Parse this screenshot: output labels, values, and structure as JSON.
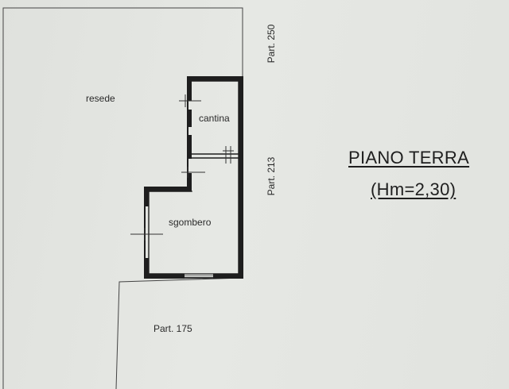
{
  "rooms": {
    "resede": "resede",
    "cantina": "cantina",
    "sgombero": "sgombero"
  },
  "parcels": {
    "top_right": "Part. 250",
    "middle_right": "Part. 213",
    "bottom": "Part. 175"
  },
  "title": {
    "line1": "PIANO TERRA",
    "line2": "(Hm=2,30)"
  },
  "colors": {
    "wall": "#1e1e1e",
    "line": "#3a3a3a",
    "paper": "#e3e5e1"
  }
}
